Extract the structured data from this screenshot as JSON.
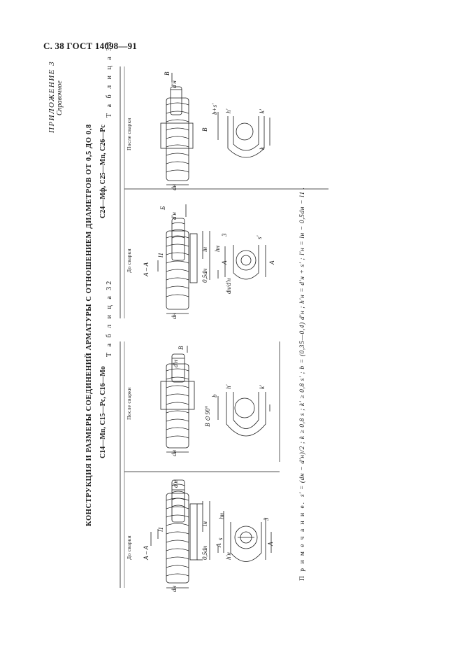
{
  "page": {
    "header": "С. 38 ГОСТ 14098—91",
    "appendix": "ПРИЛОЖЕНИЕ 3",
    "appendix_note": "Справочное",
    "main_title": "КОНСТРУКЦИЯ И РАЗМЕРЫ СОЕДИНЕНИЙ АРМАТУРЫ С ОТНОШЕНИЕМ ДИАМЕТРОВ ОТ 0,5 ДО 0,8"
  },
  "table32": {
    "title": "С14—Мп, С15—Рс, С16—Мо",
    "number": "Т а б л и ц а  32",
    "col_before": "До сварки",
    "col_after": "После сварки",
    "labels": {
      "section": "А – А",
      "section_mark": "А",
      "l1": "l1",
      "ln": "lн",
      "dn_prime": "d'н",
      "dn": "dн",
      "half_d": "0,5dн",
      "hn": "hн",
      "hn_prime": "h'н",
      "s": "s",
      "three": "3",
      "b": "b",
      "h_prime": "h'",
      "k_prime": "k'",
      "d_prime": "d'",
      "view": "В",
      "view_rot": "В ⊙ 90°"
    }
  },
  "table33": {
    "title": "С24—Мф, С25—Мп, С26—Рс",
    "number": "Т а б л и ц а  33",
    "col_before": "До сварки",
    "col_after": "После сварки",
    "labels": {
      "section": "А – А",
      "section_mark": "А",
      "l1": "l1",
      "ln": "lн",
      "dn_prime": "d'н",
      "dn": "dн",
      "half_d": "0,5dн",
      "dn_over": "dн/d'н",
      "hn": "hн",
      "s": "s",
      "s_prime": "s'",
      "three": "3",
      "view": "Б",
      "view2": "В",
      "b_s": "b+s'",
      "k": "k",
      "k_prime": "k'",
      "h_prime": "h'"
    }
  },
  "note": {
    "label": "П р и м е ч а н и е.",
    "text": "s' = (dн − d'н)/2 ;  k ≥ 0,8 s ;  k' ≥ 0,8 s' ;  b = (0,35—0,4) d'н ;  h'н = d'н + s' ;  l'н = lн − 0,5dн − l1 ."
  }
}
